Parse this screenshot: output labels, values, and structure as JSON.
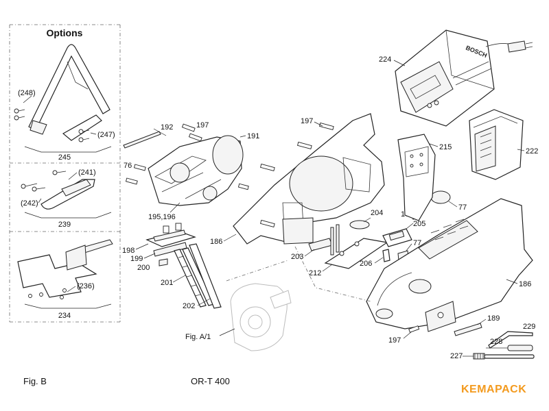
{
  "options": {
    "title": "Options"
  },
  "labels": {
    "l248": "(248)",
    "l247": "(247)",
    "l245": "245",
    "l241": "(241)",
    "l242": "(242)",
    "l239": "239",
    "l236": "(236)",
    "l234": "234",
    "l192": "192",
    "l197a": "197",
    "l191": "191",
    "l76": "76",
    "l195": "195,196",
    "l198": "198",
    "l199": "199",
    "l200": "200",
    "l201": "201",
    "l202": "202",
    "lfig": "Fig. A/1",
    "l197b": "197",
    "l186a": "186",
    "l203": "203",
    "l212": "212",
    "l204": "204",
    "l206": "206",
    "l205": "205",
    "l168": "168",
    "l77a": "77",
    "l77b": "77",
    "l215": "215",
    "l224": "224",
    "l222": "222",
    "l186b": "186",
    "l189": "189",
    "l197c": "197",
    "l229": "229",
    "l228": "228",
    "l227": "227"
  },
  "charger": {
    "brand_mark": "BOSCH"
  },
  "footer": {
    "fig": "Fig. B",
    "model": "OR-T 400",
    "brand": "KEMAPACK"
  },
  "colors": {
    "brand": "#f39a1e",
    "line": "#222222",
    "ghost": "#bbbbbb"
  }
}
